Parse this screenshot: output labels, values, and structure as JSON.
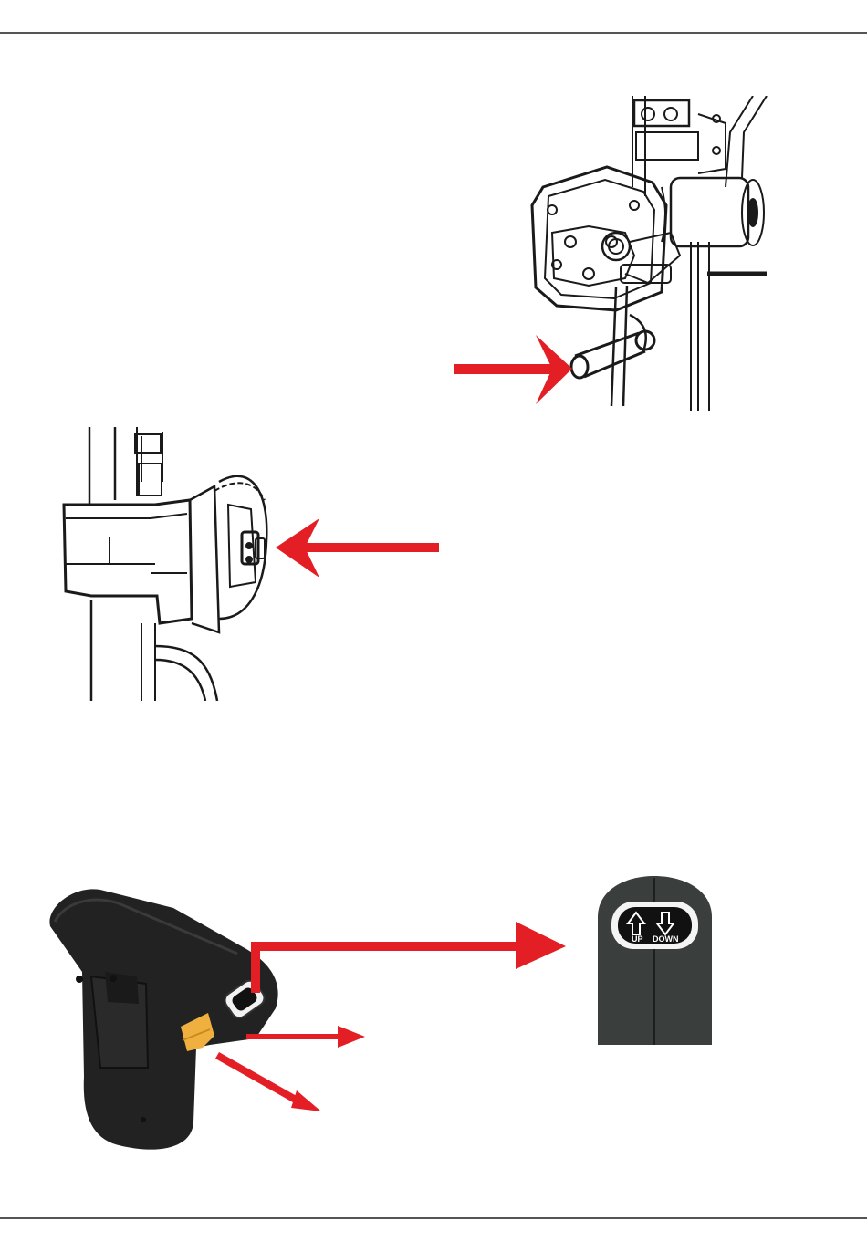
{
  "colors": {
    "arrow": "#e31e24",
    "line": "#1a1a1a",
    "grip": "#222222",
    "trigger": "#f0b040",
    "rule": "#555555"
  },
  "figures": {
    "crank_drawing": {
      "icon": "crank-handle-drawing"
    },
    "knob_drawing": {
      "icon": "rotary-knob-drawing"
    },
    "hand_control": {
      "icon": "hand-pendant-photo"
    },
    "button_closeup": {
      "icon": "up-down-button-closeup",
      "up_label": "UP",
      "down_label": "DOWN"
    }
  }
}
